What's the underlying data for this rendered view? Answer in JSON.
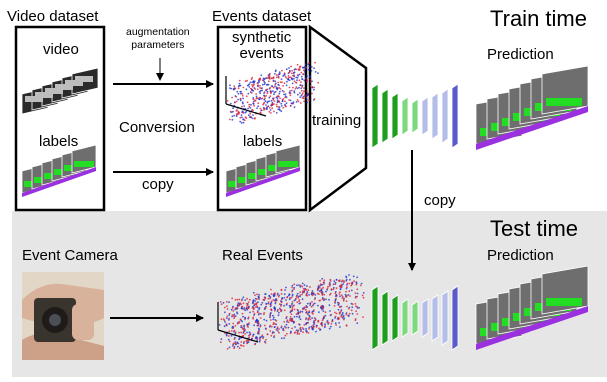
{
  "train": {
    "title": "Train time",
    "video_dataset_title": "Video dataset",
    "events_dataset_title": "Events dataset",
    "video_label": "video",
    "labels_label": "labels",
    "augmentation_label": "augmentation\nparameters",
    "conversion_label": "Conversion",
    "copy_label": "copy",
    "synthetic_events_label": "synthetic\nevents",
    "events_labels_label": "labels",
    "training_label": "training",
    "prediction_label": "Prediction"
  },
  "test": {
    "title": "Test time",
    "event_camera_label": "Event Camera",
    "real_events_label": "Real Events",
    "prediction_label": "Prediction"
  },
  "network_copy_label": "copy",
  "colors": {
    "test_background": "#e6e6e6",
    "net_dark_green": "#1e9e1e",
    "net_light_green": "#7ed87e",
    "net_light_blue": "#b4bce8",
    "net_dark_blue": "#5a5ac8",
    "segmentation_green": "#22dd22",
    "segmentation_gray": "#6e6e6e",
    "segmentation_purple": "#9b30e0",
    "event_blue": "#2233cc",
    "event_red": "#dd2233"
  }
}
